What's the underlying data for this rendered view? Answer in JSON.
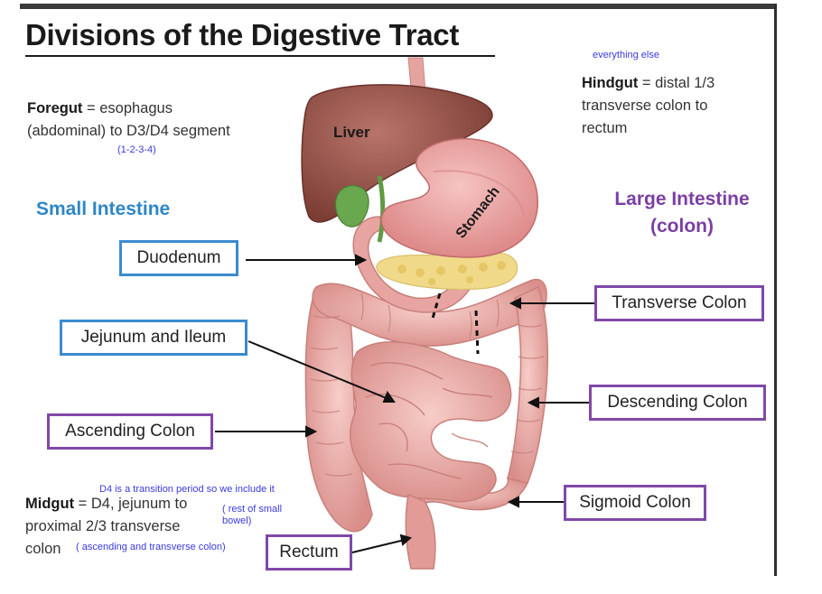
{
  "title": "Divisions of the Digestive Tract",
  "foregut": {
    "term": "Foregut",
    "text_line1": " = esophagus",
    "text_line2": "(abdominal) to D3/D4 segment",
    "note": "(1-2-3-4)"
  },
  "hindgut": {
    "note": "everything else",
    "term": "Hindgut",
    "text_line1": " = distal 1/3",
    "text_line2": "transverse colon to",
    "text_line3": "rectum"
  },
  "midgut": {
    "note_top": "D4 is a transition period so we include it",
    "term": "Midgut",
    "text_line1": " = D4, jejunum to",
    "note_bowel": "( rest of small bowel)",
    "text_line2": "proximal 2/3 transverse",
    "text_line3": "colon",
    "note_colon": "( ascending and transverse colon)"
  },
  "headings": {
    "small_intestine": "Small Intestine",
    "large_intestine_line1": "Large Intestine",
    "large_intestine_line2": "(colon)"
  },
  "organ_labels": {
    "liver": "Liver",
    "stomach": "Stomach"
  },
  "label_boxes": {
    "duodenum": "Duodenum",
    "jejunum_ileum": "Jejunum and Ileum",
    "ascending_colon": "Ascending Colon",
    "transverse_colon": "Transverse Colon",
    "descending_colon": "Descending Colon",
    "sigmoid_colon": "Sigmoid Colon",
    "rectum": "Rectum"
  },
  "colors": {
    "small_intestine_box": "#3b8bd0",
    "large_intestine_box": "#8048a8",
    "annotation_blue": "#3a3adf",
    "liver": "#9a5548",
    "stomach": "#e8a0a0",
    "intestine": "#e9a9a4",
    "pancreas": "#f1d98a",
    "gallbladder": "#6aa84f"
  }
}
